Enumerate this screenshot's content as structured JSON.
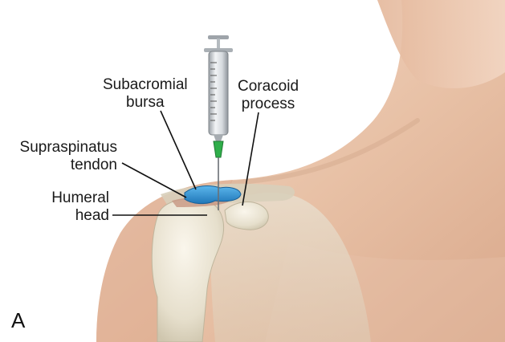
{
  "figure": {
    "panel_letter": "A",
    "labels": {
      "subacromial_bursa": [
        "Subacromial",
        "bursa"
      ],
      "coracoid_process": [
        "Coracoid",
        "process"
      ],
      "supraspinatus_tendon": [
        "Supraspinatus",
        "tendon"
      ],
      "humeral_head": [
        "Humeral",
        "head"
      ]
    }
  },
  "colors": {
    "skin_light": "#f1d9c8",
    "skin_mid": "#e3b89c",
    "skin_shadow": "#c9977a",
    "bone": "#ece6d6",
    "bone_shadow": "#c9c1aa",
    "bursa_blue": "#2e8fd0",
    "needle_hub_green": "#2fae4a",
    "leader_line": "#111111"
  },
  "icons": {
    "syringe": "syringe-icon"
  }
}
